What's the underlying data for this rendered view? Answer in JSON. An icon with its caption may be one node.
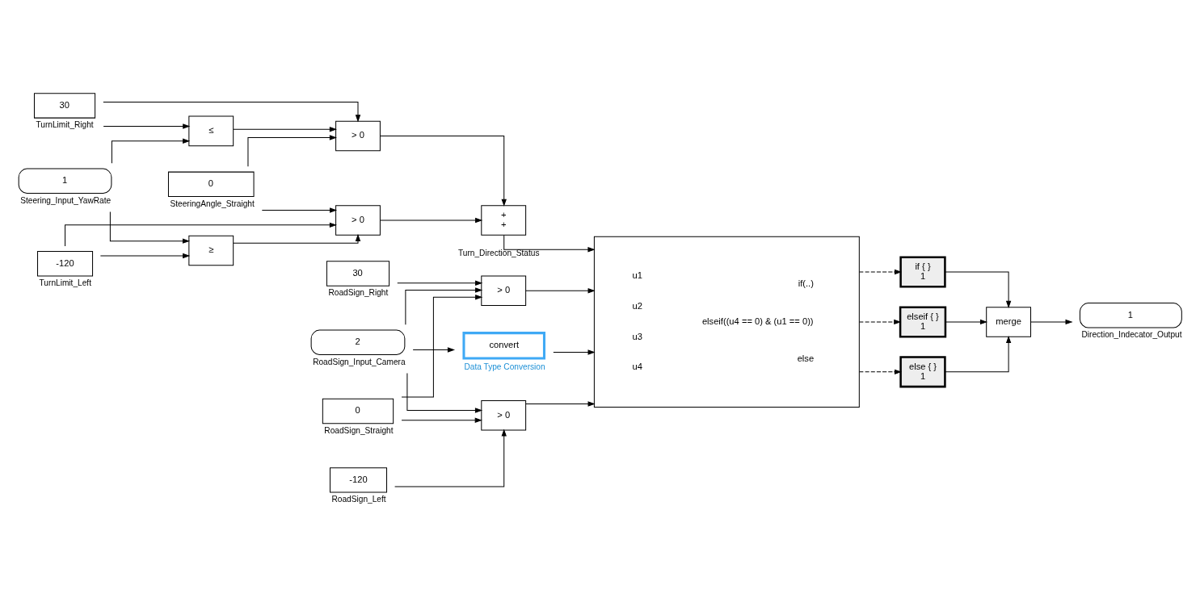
{
  "diagram": {
    "nodes": [
      {
        "text": [
          "30",
          "TurnLimit_Right"
        ]
      },
      {
        "text": [
          "1",
          "Steering_Input_YawRate"
        ]
      },
      {
        "text": [
          "-120",
          "TurnLimit_Left"
        ]
      },
      {
        "text": [
          "0",
          "SteeringAngle_Straight"
        ]
      },
      {
        "text": [
          "≤"
        ]
      },
      {
        "text": [
          "≥"
        ]
      },
      {
        "text": [
          "> 0"
        ]
      },
      {
        "text": [
          "> 0"
        ]
      },
      {
        "text": [
          "+",
          "+"
        ]
      },
      {
        "text": [
          "30",
          "RoadSign_Right"
        ]
      },
      {
        "text": [
          "2",
          "RoadSign_Input_Camera"
        ]
      },
      {
        "text": [
          "-120",
          "RoadSign_Left"
        ]
      },
      {
        "text": [
          "0",
          "RoadSign_Straight"
        ]
      },
      {
        "text": [
          "> 0"
        ]
      },
      {
        "text": [
          "convert",
          "Data Type Conversion"
        ]
      },
      {
        "text": [
          "> 0"
        ]
      },
      {
        "text": [
          "u1",
          "u2",
          "u3",
          "u4",
          "if(..)",
          "elseif((u4 == 0) & (u1 == 0))",
          "else"
        ]
      },
      {
        "text": [
          "if { }",
          "1"
        ]
      },
      {
        "text": [
          "elseif { }",
          "1"
        ]
      },
      {
        "text": [
          "else { }",
          "1"
        ]
      },
      {
        "text": [
          "merge"
        ]
      },
      {
        "text": [
          "1",
          "Direction_Indecator_Output"
        ]
      }
    ],
    "edges": [
      {
        "from": 0,
        "to": 4,
        "arrow": "to"
      },
      {
        "from": 0,
        "to": 6,
        "arrow": "to"
      },
      {
        "from": 1,
        "to": 4,
        "arrow": "to"
      },
      {
        "from": 1,
        "to": 5,
        "arrow": "to"
      },
      {
        "from": 2,
        "to": 5,
        "arrow": "to"
      },
      {
        "from": 2,
        "to": 7,
        "arrow": "to"
      },
      {
        "from": 4,
        "to": 6,
        "arrow": "to"
      },
      {
        "from": 5,
        "to": 7,
        "arrow": "to"
      },
      {
        "from": 3,
        "to": 6,
        "arrow": "to"
      },
      {
        "from": 3,
        "to": 7,
        "arrow": "to"
      },
      {
        "from": 6,
        "to": 8,
        "arrow": "to"
      },
      {
        "from": 7,
        "to": 8,
        "arrow": "to"
      },
      {
        "from": 8,
        "to": 16,
        "arrow": "to",
        "label": "Turn_Direction_Status"
      },
      {
        "from": 9,
        "to": 13,
        "arrow": "to"
      },
      {
        "from": 10,
        "to": 13,
        "arrow": "to"
      },
      {
        "from": 10,
        "to": 14,
        "arrow": "to"
      },
      {
        "from": 10,
        "to": 15,
        "arrow": "to"
      },
      {
        "from": 11,
        "to": 15,
        "arrow": "to"
      },
      {
        "from": 12,
        "to": 13,
        "arrow": "to"
      },
      {
        "from": 12,
        "to": 15,
        "arrow": "to"
      },
      {
        "from": 13,
        "to": 16,
        "arrow": "to"
      },
      {
        "from": 14,
        "to": 16,
        "arrow": "to"
      },
      {
        "from": 15,
        "to": 16,
        "arrow": "to"
      },
      {
        "from": 16,
        "to": 17,
        "arrow": "to",
        "style": "dashed"
      },
      {
        "from": 16,
        "to": 18,
        "arrow": "to",
        "style": "dashed"
      },
      {
        "from": 16,
        "to": 19,
        "arrow": "to",
        "style": "dashed"
      },
      {
        "from": 17,
        "to": 20,
        "arrow": "to"
      },
      {
        "from": 18,
        "to": 20,
        "arrow": "to"
      },
      {
        "from": 19,
        "to": 20,
        "arrow": "to"
      },
      {
        "from": 20,
        "to": 21,
        "arrow": "to"
      }
    ]
  }
}
